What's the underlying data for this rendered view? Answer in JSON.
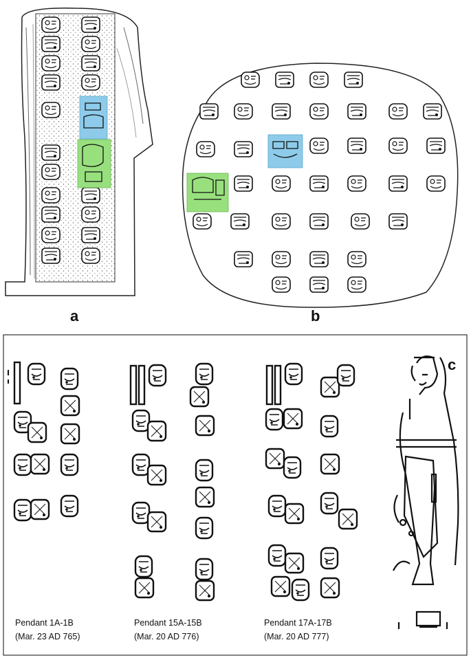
{
  "panels": {
    "a": {
      "label": "a"
    },
    "b": {
      "label": "b"
    },
    "c": {
      "label": "c"
    }
  },
  "highlight_colors": {
    "blue": "#8ecbea",
    "green": "#98e07e"
  },
  "pendants": [
    {
      "title": "Pendant 1A-1B",
      "date": "(Mar. 23 AD 765)"
    },
    {
      "title": "Pendant 15A-15B",
      "date": "(Mar. 20 AD 776)"
    },
    {
      "title": "Pendant 17A-17B",
      "date": "(Mar. 20 AD 777)"
    }
  ]
}
